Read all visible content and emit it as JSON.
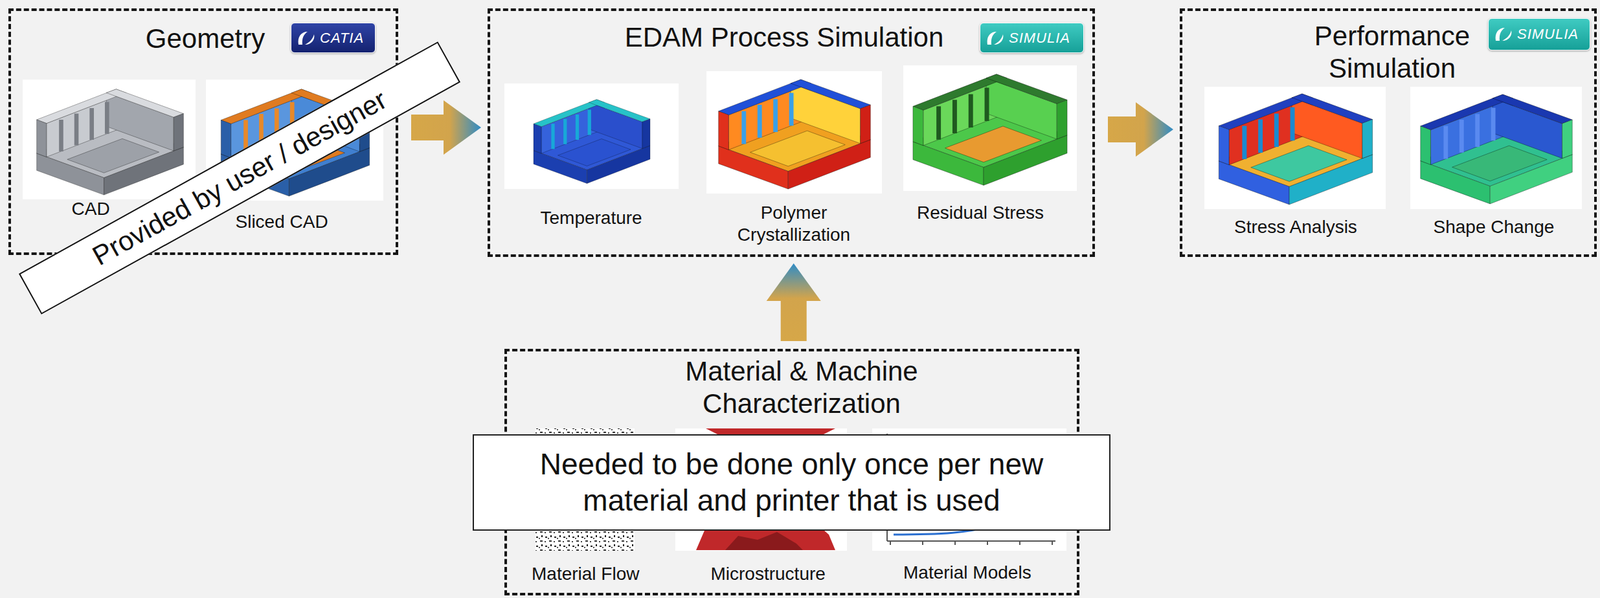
{
  "diagram": {
    "nodes": [
      {
        "text": [
          "Geometry"
        ]
      },
      {
        "text": [
          "Provided by user / designer"
        ]
      },
      {
        "text": [
          "EDAM Process Simulation"
        ]
      },
      {
        "text": [
          "Performance Simulation"
        ]
      },
      {
        "text": [
          "Material & Machine Characterization"
        ]
      },
      {
        "text": [
          "Needed to be done only once per new material and printer that is used"
        ]
      }
    ],
    "edges": [
      {
        "from": 0,
        "to": 2,
        "arrow": "to"
      },
      {
        "from": 2,
        "to": 3,
        "arrow": "to"
      },
      {
        "from": 4,
        "to": 2,
        "arrow": "to"
      }
    ],
    "labels": [
      "CATIA",
      "CAD",
      "Sliced CAD",
      "SIMULIA",
      "Temperature",
      "Polymer Crystallization",
      "Residual Stress",
      "SIMULIA",
      "Stress Analysis",
      "Shape Change",
      "Material Flow",
      "Microstructure",
      "Material Models"
    ]
  }
}
